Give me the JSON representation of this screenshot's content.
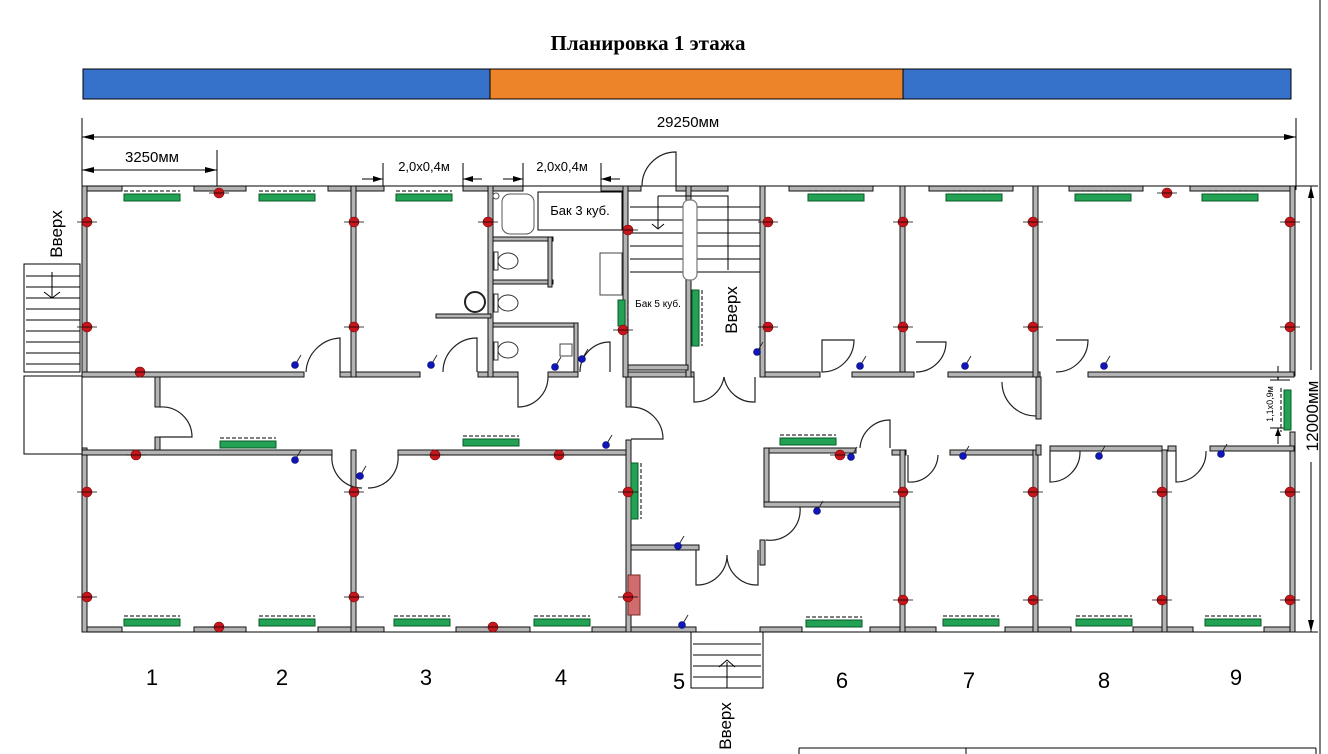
{
  "title": "Планировка 1 этажа",
  "zone_bar": {
    "segments": [
      {
        "name": "left",
        "color": "#3672c9"
      },
      {
        "name": "middle",
        "color": "#ed842a"
      },
      {
        "name": "right",
        "color": "#3672c9"
      }
    ]
  },
  "dimensions": {
    "total_length": "29250мм",
    "module_width": "3250мм",
    "window_1": "2,0х0,4м",
    "window_2": "2,0х0,4м",
    "window_side": "1,1х0,9м",
    "total_depth": "12000мм"
  },
  "labels": {
    "tank_3": "Бак 3 куб.",
    "tank_5": "Бак 5 куб.",
    "up_left": "Вверх",
    "up_stair": "Вверх",
    "up_entrance": "Вверх"
  },
  "module_numbers": [
    "1",
    "2",
    "3",
    "4",
    "5",
    "6",
    "7",
    "8",
    "9"
  ],
  "legend_colors": {
    "radiator": "#23a255",
    "socket": "#c4161c",
    "switch": "#1016b8",
    "wall": "#b4b4b4",
    "boiler": "#d16c6c"
  }
}
